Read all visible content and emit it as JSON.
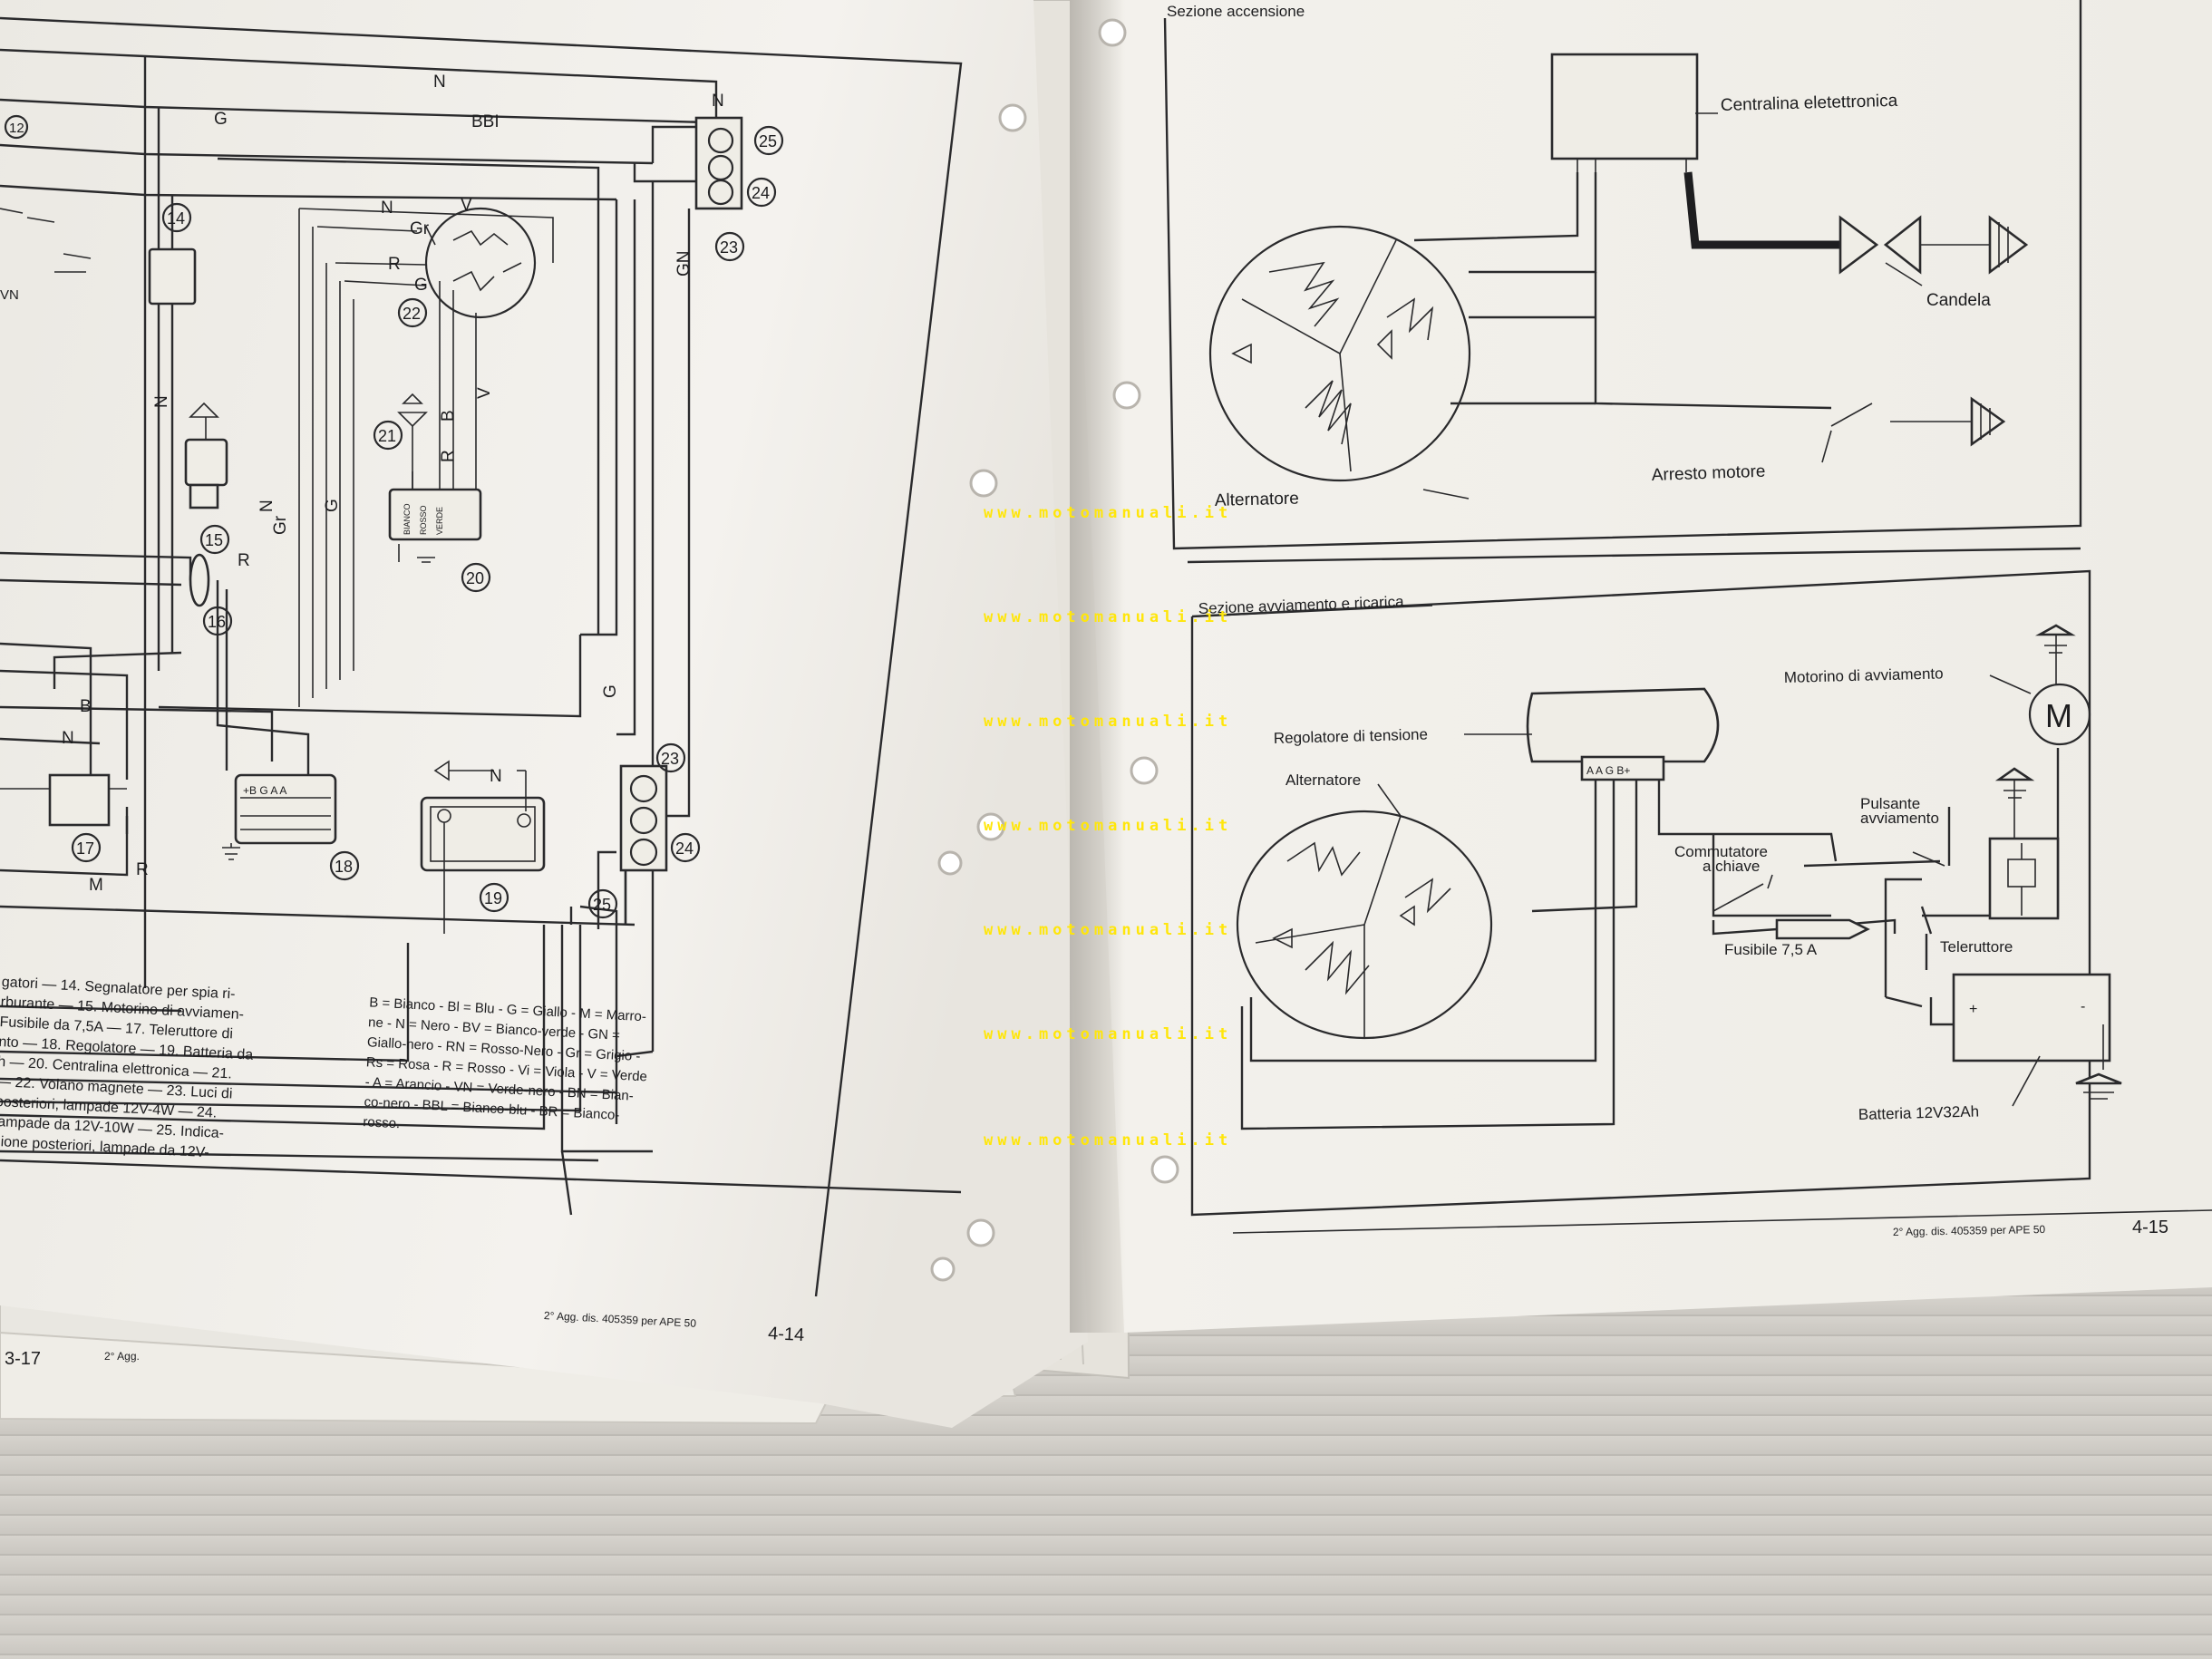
{
  "left_page": {
    "label_N_top": "N",
    "label_G": "G",
    "label_BBI": "BBI",
    "label_N_right": "N",
    "label_N_inner": "N",
    "label_V": "V",
    "label_Gr": "Gr",
    "label_R": "R",
    "label_G2": "G",
    "label_GN": "GN",
    "label_N_v": "N",
    "label_B_v": "B",
    "label_R_v": "R",
    "label_V_v": "V",
    "label_N_v2": "N",
    "label_Gr_v": "Gr",
    "label_G_v": "G",
    "label_R_h": "R",
    "label_G_h": "G",
    "label_B": "B",
    "label_N_low": "N",
    "label_R_low": "R",
    "label_M": "M",
    "label_N_bat": "N",
    "label_VN": "VN",
    "label_12": "12",
    "n14": "14",
    "n15": "15",
    "n16": "16",
    "n17": "17",
    "n18": "18",
    "n19": "19",
    "n20": "20",
    "n21": "21",
    "n22": "22",
    "n23a": "23",
    "n24a": "24",
    "n25a": "25",
    "n23b": "23",
    "n24b": "24",
    "n25b": "25",
    "reg_labels": "+B G A A",
    "centralina_labels": [
      "BIANCO",
      "ROSSO",
      "VERDE"
    ],
    "legend_left": [
      "gatori — 14. Segnalatore per spia ri-",
      "rburante — 15. Motorino di avviamen-",
      " Fusibile da 7,5A — 17. Teleruttore di",
      "nto — 18. Regolatore — 19. Batteria da",
      "h — 20. Centralina elettronica — 21.",
      "— 22. Volano magnete — 23. Luci di",
      "posteriori, lampade 12V-4W — 24.",
      "lampade da 12V-10W — 25. Indica-",
      "zione posteriori, lampade da 12V-"
    ],
    "legend_right": [
      "B = Bianco - Bl = Blu - G = Giallo - M = Marro-",
      "ne - N = Nero - BV = Bianco-verde - GN =",
      "Giallo-nero - RN = Rosso-Nero - Gr = Grigio -",
      "Rs = Rosa - R = Rosso - Vi = Viola - V = Verde",
      "- A = Arancio - VN = Verde-nero - BN = Bian-",
      "co-nero - BBL = Bianco-blu - BR = Bianco-",
      "rosso."
    ],
    "footer": "2° Agg. dis. 405359 per APE 50",
    "page_number": "4-14",
    "under_page_number": "3-17",
    "under_footer": "2° Agg."
  },
  "right_page": {
    "section1_title": "Sezione accensione",
    "centralina": "Centralina eletettronica",
    "candela": "Candela",
    "alternatore1": "Alternatore",
    "arresto": "Arresto motore",
    "section2_title": "Sezione avviamento e ricarica",
    "motorino": "Motorino di avviamento",
    "motor_symbol": "M",
    "regolatore": "Regolatore di tensione",
    "reg_terminals": "A A G B+",
    "alternatore2": "Alternatore",
    "pulsante_1": "Pulsante",
    "pulsante_2": "avviamento",
    "commutatore_1": "Commutatore",
    "commutatore_2": "a chiave",
    "fusibile": "Fusibile 7,5 A",
    "teleruttore": "Teleruttore",
    "batteria": "Batteria 12V32Ah",
    "bat_plus": "+",
    "bat_minus": "-",
    "footer": "2° Agg. dis. 405359 per APE 50",
    "page_number": "4-15"
  },
  "watermarks": [
    "www.motomanuali.it",
    "www.motomanuali.it",
    "www.motomanuali.it",
    "www.motomanuali.it",
    "www.motomanuali.it",
    "www.motomanuali.it",
    "www.motomanuali.it"
  ],
  "colors": {
    "background": "#cfccc6",
    "paper_left": "#f3f1ec",
    "paper_right": "#f1efe9",
    "ink": "#1d1d1f",
    "watermark": "#ffe60a"
  }
}
